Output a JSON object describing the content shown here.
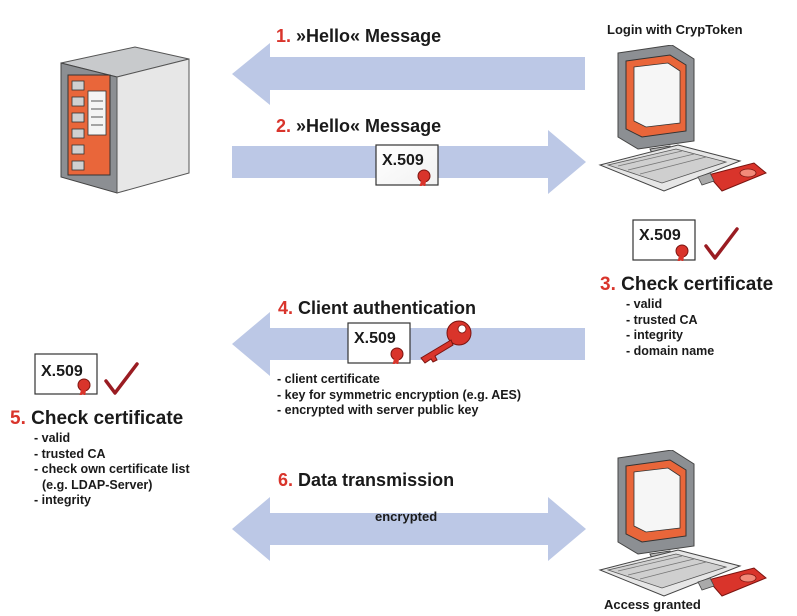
{
  "labels": {
    "login": "Login with CrypToken",
    "access": "Access granted",
    "cert": "X.509",
    "encrypted": "encrypted"
  },
  "steps": [
    {
      "num": "1.",
      "title": "»Hello« Message"
    },
    {
      "num": "2.",
      "title": "»Hello« Message"
    },
    {
      "num": "3.",
      "title": "Check certificate",
      "items": [
        "valid",
        "trusted CA",
        "integrity",
        "domain name"
      ]
    },
    {
      "num": "4.",
      "title": "Client authentication",
      "items": [
        "client certificate",
        "key for symmetric encryption (e.g. AES)",
        "encrypted with server public key"
      ]
    },
    {
      "num": "5.",
      "title": "Check certificate",
      "items": [
        "valid",
        "trusted CA",
        "check own certificate list",
        "(e.g. LDAP-Server)",
        "integrity"
      ]
    },
    {
      "num": "6.",
      "title": "Data transmission"
    }
  ],
  "colors": {
    "arrow": "#bcc8e6",
    "accent": "#d9342b",
    "server_gray": "#8c8f93",
    "checkmark": "#9a1c22"
  },
  "icons": [
    "server-icon",
    "client-computer-icon",
    "key-icon",
    "checkmark-icon",
    "certificate-icon",
    "crypto-token-icon"
  ]
}
